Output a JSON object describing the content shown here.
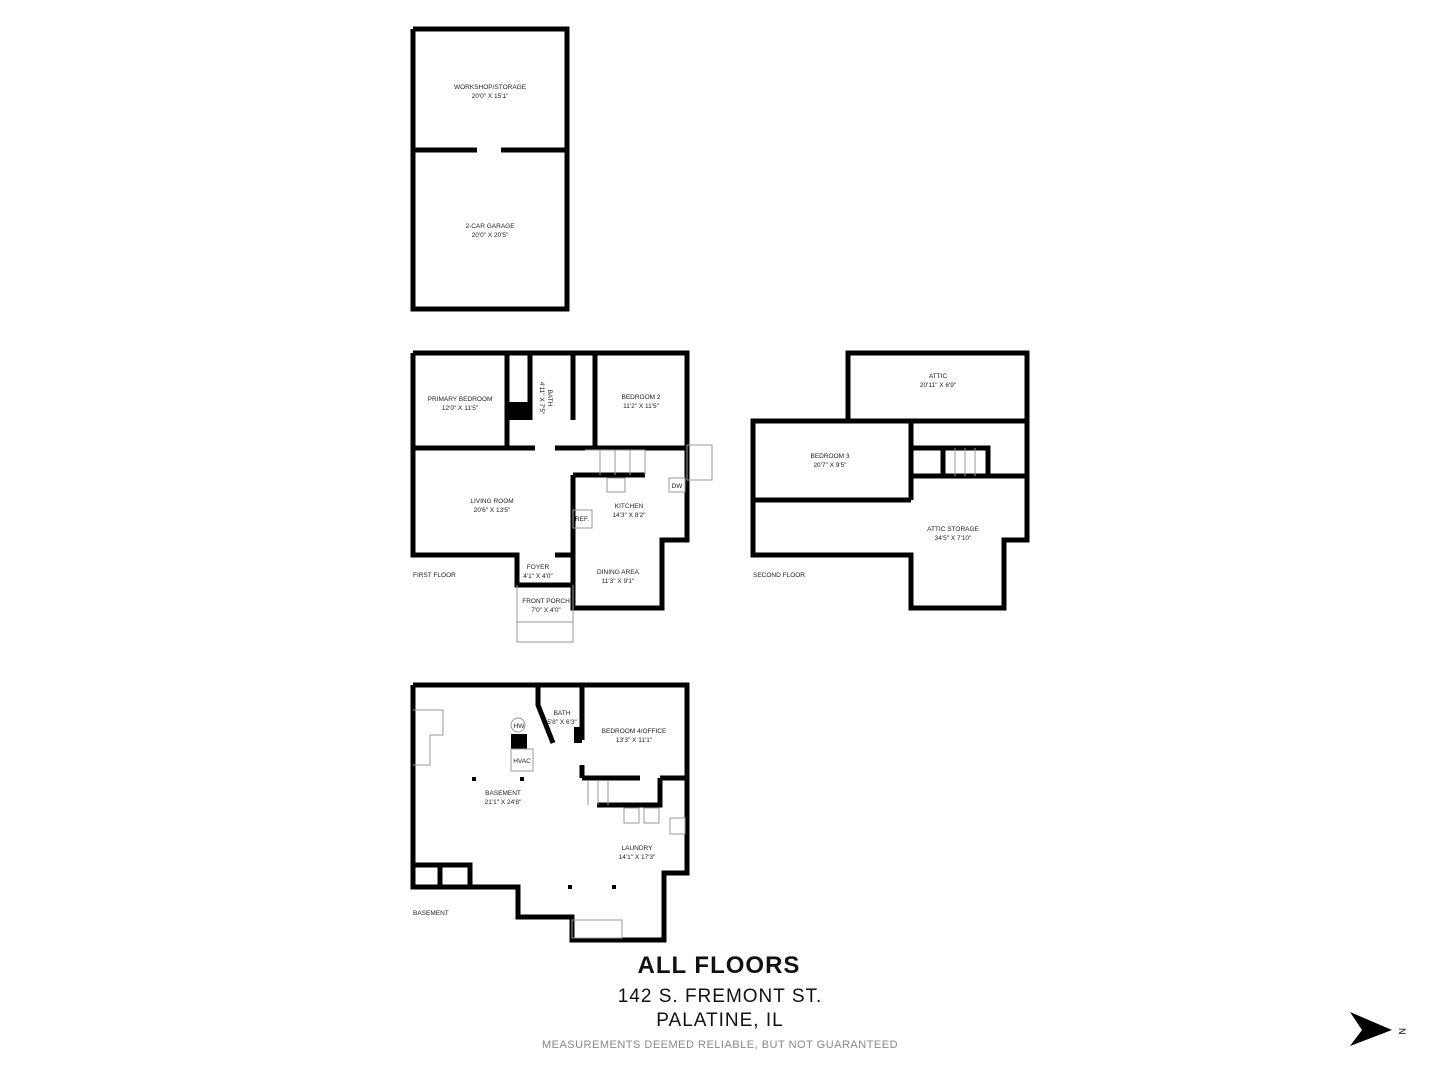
{
  "garage": {
    "rooms": [
      {
        "name": "WORKSHOP/STORAGE",
        "dims": "20'0\" X 15'1\""
      },
      {
        "name": "2-CAR GARAGE",
        "dims": "20'0\" X 20'5\""
      }
    ]
  },
  "first_floor": {
    "label": "FIRST FLOOR",
    "rooms": [
      {
        "name": "PRIMARY BEDROOM",
        "dims": "12'0\" X 11'5\""
      },
      {
        "name": "BATH",
        "dims": "4'11\" X 7'5\""
      },
      {
        "name": "BEDROOM 2",
        "dims": "11'2\" X 11'5\""
      },
      {
        "name": "LIVING ROOM",
        "dims": "20'6\" X 13'5\""
      },
      {
        "name": "KITCHEN",
        "dims": "14'3\" X 8'2\""
      },
      {
        "name": "DINING AREA",
        "dims": "11'3\" X 9'1\""
      },
      {
        "name": "FOYER",
        "dims": "4'1\" X 4'0\""
      },
      {
        "name": "FRONT PORCH",
        "dims": "7'0\" X 4'0\""
      }
    ],
    "fixtures": {
      "ref": "REF.",
      "dw": "DW"
    }
  },
  "second_floor": {
    "label": "SECOND FLOOR",
    "rooms": [
      {
        "name": "ATTIC",
        "dims": "20'11\" X 6'9\""
      },
      {
        "name": "BEDROOM 3",
        "dims": "20'7\" X 9'5\""
      },
      {
        "name": "ATTIC STORAGE",
        "dims": "34'5\" X 7'10\""
      }
    ]
  },
  "basement": {
    "label": "BASEMENT",
    "rooms": [
      {
        "name": "BATH",
        "dims": "5'8\" X 6'3\""
      },
      {
        "name": "BEDROOM 4/OFFICE",
        "dims": "13'3\" X 11'1\""
      },
      {
        "name": "BASEMENT",
        "dims": "21'1\" X 24'8\""
      },
      {
        "name": "LAUNDRY",
        "dims": "14'1\" X 17'3\""
      }
    ],
    "fixtures": {
      "hw": "HW",
      "hvac": "HVAC"
    }
  },
  "footer": {
    "title": "ALL FLOORS",
    "address_line1": "142 S. FREMONT ST.",
    "address_line2": "PALATINE, IL",
    "disclaimer": "MEASUREMENTS DEEMED RELIABLE, BUT NOT GUARANTEED"
  },
  "compass": {
    "icon": "north-arrow-icon",
    "label": "N",
    "direction": "right"
  }
}
